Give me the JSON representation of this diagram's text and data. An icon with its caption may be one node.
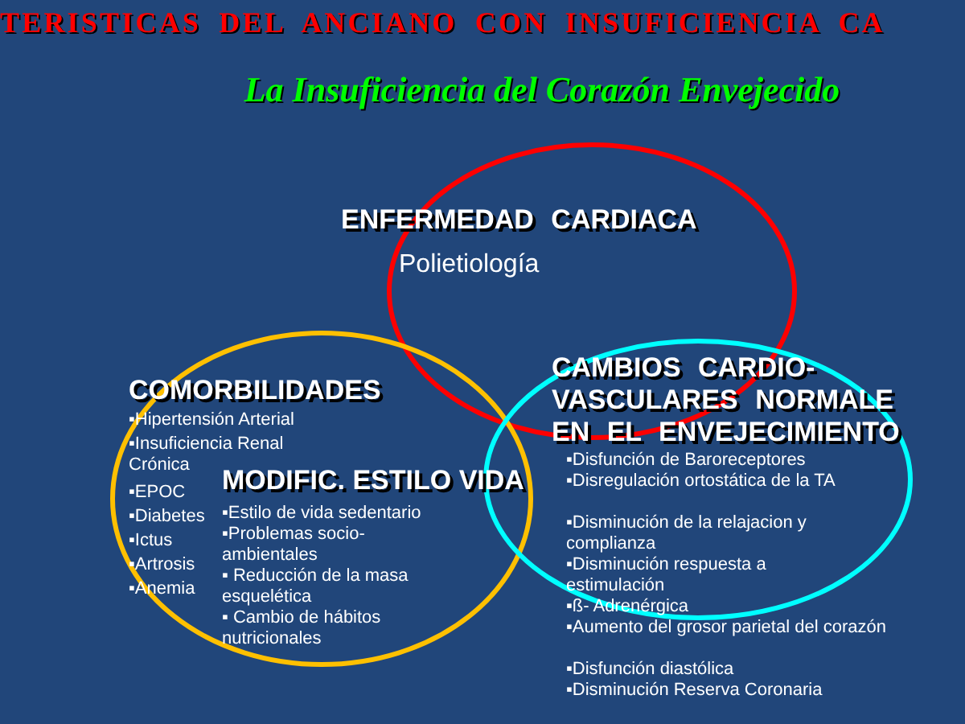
{
  "diagram": {
    "title": "TERISTICAS DEL ANCIANO CON INSUFICIENCIA CA",
    "caption": "La Insuficiencia del Corazón Envejecido",
    "nodes": [
      {
        "text": [
          "ENFERMEDAD CARDIACA",
          "Polietiología"
        ]
      },
      {
        "text": [
          "COMORBILIDADES",
          "▪Hipertensión Arterial",
          "▪Insuficiencia Renal Crónica",
          "▪EPOC",
          "▪Diabetes",
          "▪Ictus",
          "▪Artrosis",
          "▪Anemia"
        ]
      },
      {
        "text": [
          "CAMBIOS CARDIO-VASCULARES NORMALE EN EL ENVEJECIMIENTO"
        ]
      }
    ],
    "edges": [],
    "labels": [
      "MODIFIC. ESTILO VIDA",
      "▪Estilo de vida sedentario",
      "▪Problemas socio-ambientales",
      "▪ Reducción de la masa esquelética",
      "▪ Cambio de hábitos nutricionales",
      "▪Disfunción de Baroreceptores",
      "▪Disregulación ortostática de la TA",
      "▪Disminución de la relajacion y complianza",
      "▪Disminución respuesta a estimulación",
      "▪ß- Adrenérgica",
      "▪Aumento del grosor parietal del corazón",
      "▪Disfunción diastólica",
      "▪Disminución Reserva Coronaria"
    ]
  }
}
